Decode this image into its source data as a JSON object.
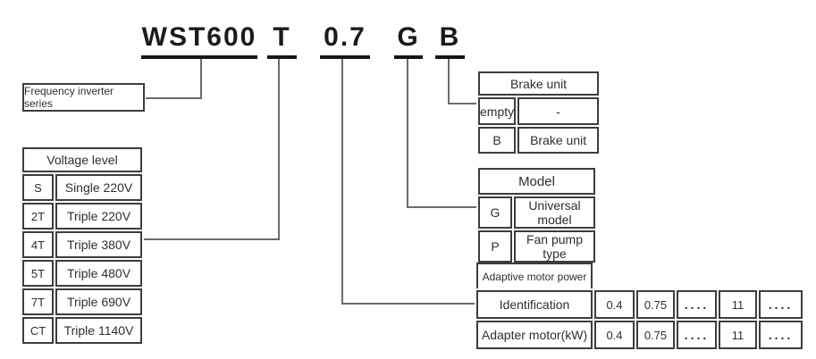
{
  "colors": {
    "background": "#ffffff",
    "border": "#3d3d3d",
    "connector": "#6b6b6b",
    "title_text": "#1b1b1b",
    "body_text": "#2e2e2e"
  },
  "model_code": {
    "segments": [
      {
        "id": "series",
        "text": "WST600"
      },
      {
        "id": "voltage",
        "text": "T"
      },
      {
        "id": "power",
        "text": "0.7"
      },
      {
        "id": "model",
        "text": "G"
      },
      {
        "id": "brake",
        "text": "B"
      }
    ]
  },
  "series_callout": {
    "label": "Frequency inverter series"
  },
  "voltage": {
    "header": "Voltage level",
    "rows": [
      {
        "code": "S",
        "label": "Single 220V"
      },
      {
        "code": "2T",
        "label": "Triple 220V"
      },
      {
        "code": "4T",
        "label": "Triple 380V"
      },
      {
        "code": "5T",
        "label": "Triple 480V"
      },
      {
        "code": "7T",
        "label": "Triple 690V"
      },
      {
        "code": "CT",
        "label": "Triple 1140V"
      }
    ]
  },
  "brake": {
    "header": "Brake unit",
    "rows": [
      {
        "code": "empty",
        "label": "-"
      },
      {
        "code": "B",
        "label": "Brake unit"
      }
    ]
  },
  "model": {
    "header": "Model",
    "rows": [
      {
        "code": "G",
        "label": "Universal model"
      },
      {
        "code": "P",
        "label": "Fan pump type"
      }
    ]
  },
  "power": {
    "header": "Adaptive motor power",
    "row_labels": [
      "Identification",
      "Adapter motor(kW)"
    ],
    "identification": [
      "0.4",
      "0.75",
      "....",
      "11",
      "...."
    ],
    "adapter_motor_kw": [
      "0.4",
      "0.75",
      "....",
      "11",
      "...."
    ]
  }
}
